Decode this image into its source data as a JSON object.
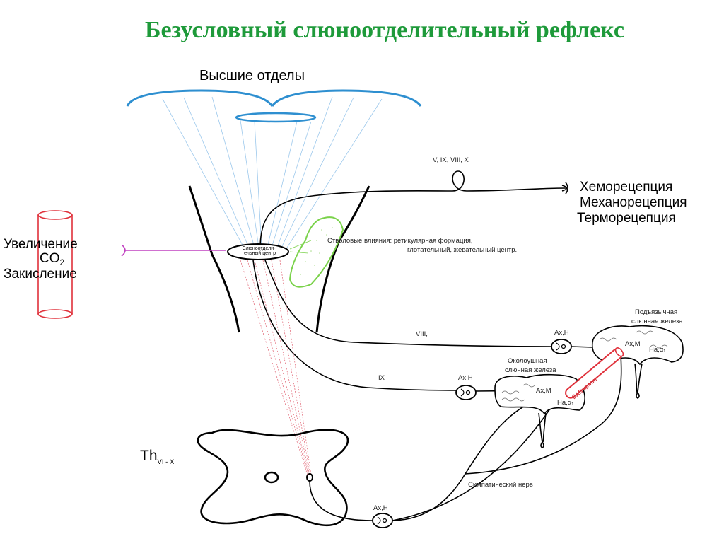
{
  "title": "Безусловный слюноотделительный рефлекс",
  "labels": {
    "higher_divisions": "Высшие отделы",
    "cranial_nerves": "V, IX, VIII, X",
    "chemoreception": "Хеморецепция",
    "mechanoreception": "Механорецепция",
    "thermoreception": "Терморецепция",
    "co2_increase": "Увеличение",
    "co2_base": "CO",
    "co2_sub": "2",
    "acidification": "Закисление",
    "salivary_center_line1": "Слюноотдели-",
    "salivary_center_line2": "тельный центр",
    "brainstem_line1": "Стволовые влияния: ретикулярная формация,",
    "brainstem_line2": "глотательный, жевательный центр.",
    "nerve_viii": "VIII,",
    "nerve_ix": "IX",
    "ach_n_1": "Ах,Н",
    "ach_n_2": "Ах,Н",
    "ach_n_3": "Ах,Н",
    "sublingual_line1": "Подъязычная",
    "sublingual_line2": "слюнная железа",
    "parotid_line1": "Околоушная",
    "parotid_line2": "слюнная железа",
    "ach_m_1": "Ах,М",
    "ach_m_2": "Ах,М",
    "na_alpha_1": "На,α₁",
    "na_alpha_2": "На,α₁",
    "blood_bav": "БАВ крови",
    "sympathetic_nerve": "Симпатический нерв",
    "th_base": "Th",
    "th_sub": "VI - XI"
  },
  "colors": {
    "title": "#1e9a3a",
    "higher_divisions_lines": "#2e8fd0",
    "humoral_pathway": "#c040c0",
    "blood_vessel": "#e0303a",
    "brainstem_region": "#7ad24a",
    "spinal_projection": "#e06070"
  }
}
